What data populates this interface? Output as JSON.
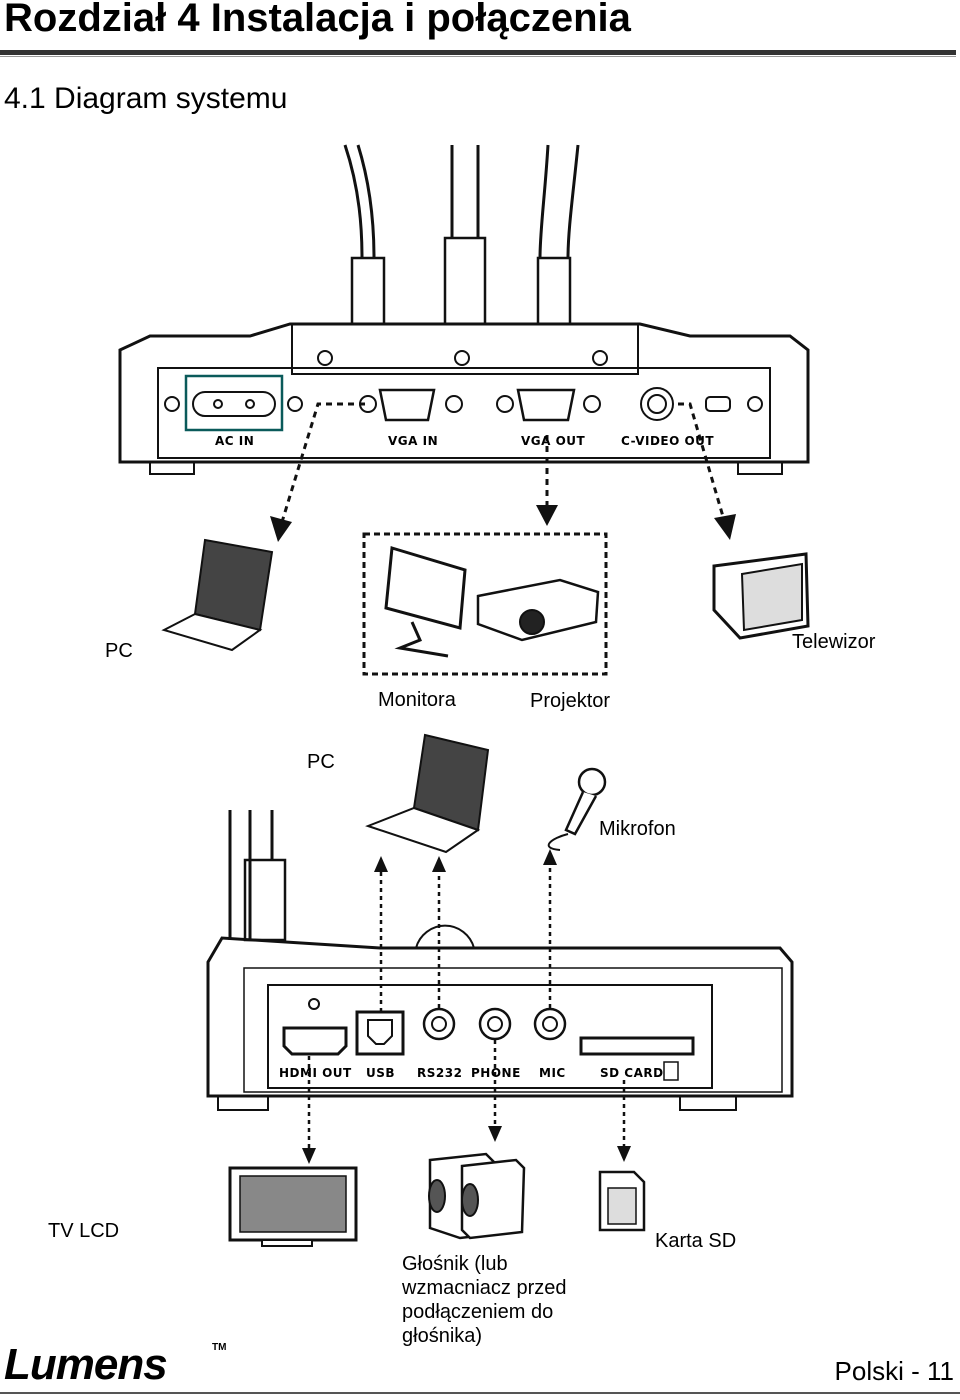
{
  "header": {
    "chapter_title": "Rozdział 4  Instalacja i połączenia"
  },
  "section": {
    "title": "4.1 Diagram systemu"
  },
  "back_panel": {
    "ports": [
      "AC IN",
      "VGA IN",
      "VGA OUT",
      "C-VIDEO OUT"
    ]
  },
  "devices_top": {
    "pc": "PC",
    "monitor": "Monitora",
    "projector": "Projektor",
    "tv": "Telewizor"
  },
  "devices_mid": {
    "pc": "PC",
    "mic": "Mikrofon"
  },
  "side_panel": {
    "ports": [
      "HDMI OUT",
      "USB",
      "RS232",
      "PHONE",
      "MIC",
      "SD CARD"
    ]
  },
  "devices_bottom": {
    "tv_lcd": "TV LCD",
    "speaker": "Głośnik (lub wzmacniacz przed podłączeniem do głośnika)",
    "sd_card": "Karta SD"
  },
  "footer": {
    "logo": "Lumens",
    "page": "Polski  -  11"
  }
}
